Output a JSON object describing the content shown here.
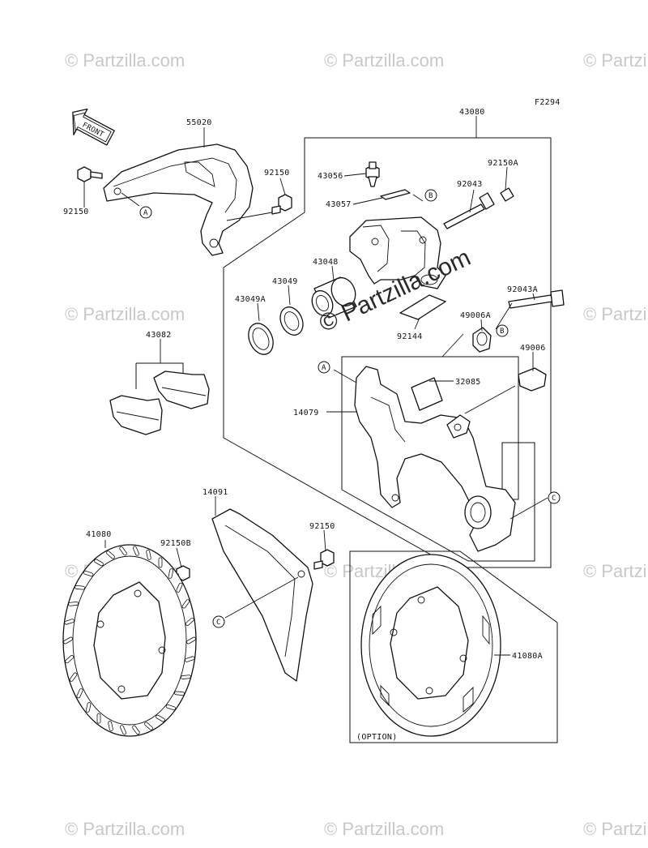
{
  "diagram": {
    "figure_code": "F2294",
    "front_label": "FRONT",
    "option_label": "(OPTION)",
    "watermarks": {
      "small": "© Partzilla.com",
      "center": "© Partzilla.com"
    },
    "callout_letters": {
      "a": "A",
      "b": "B",
      "c": "C"
    },
    "part_numbers": {
      "p55020": "55020",
      "p43080": "43080",
      "p92150_left": "92150",
      "p92150_top": "92150",
      "p43056": "43056",
      "p43057": "43057",
      "p92150a": "92150A",
      "p92043": "92043",
      "p43048": "43048",
      "p43049": "43049",
      "p43049a": "43049A",
      "p92043a": "92043A",
      "p49006a": "49006A",
      "p92144": "92144",
      "p49006": "49006",
      "p43082": "43082",
      "p32085": "32085",
      "p14079": "14079",
      "p14091": "14091",
      "p41080": "41080",
      "p92150b": "92150B",
      "p92150_mid": "92150",
      "p41080a": "41080A"
    }
  }
}
